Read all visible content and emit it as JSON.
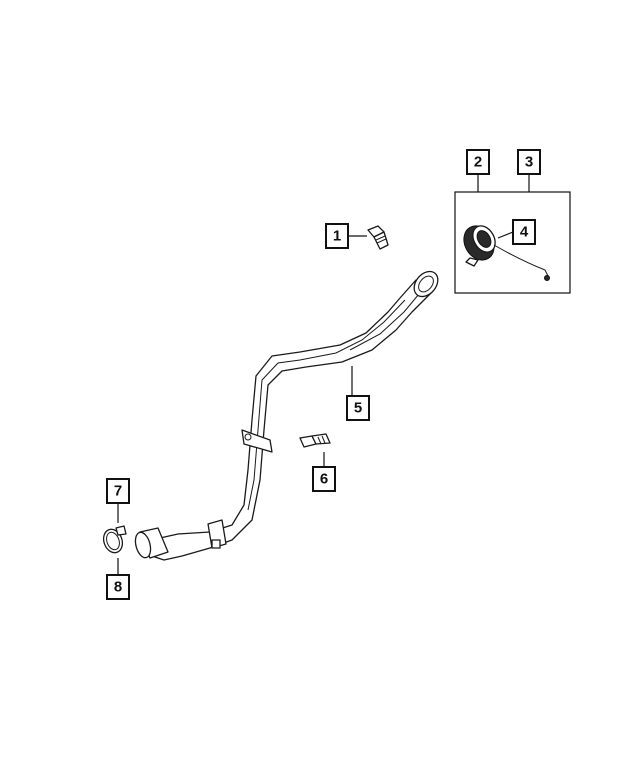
{
  "diagram": {
    "callouts": [
      {
        "id": "1",
        "label": "1"
      },
      {
        "id": "2",
        "label": "2"
      },
      {
        "id": "3",
        "label": "3"
      },
      {
        "id": "4",
        "label": "4"
      },
      {
        "id": "5",
        "label": "5"
      },
      {
        "id": "6",
        "label": "6"
      },
      {
        "id": "7",
        "label": "7"
      },
      {
        "id": "8",
        "label": "8"
      }
    ],
    "parts": [
      {
        "callout": "1",
        "icon": "bolt-icon"
      },
      {
        "callout": "2",
        "icon": "fuel-cap-icon"
      },
      {
        "callout": "3",
        "icon": "fuel-cap-icon"
      },
      {
        "callout": "4",
        "icon": "tether-icon"
      },
      {
        "callout": "5",
        "icon": "filler-tube-icon"
      },
      {
        "callout": "6",
        "icon": "bolt-icon"
      },
      {
        "callout": "7",
        "icon": "hose-clamp-icon"
      },
      {
        "callout": "8",
        "icon": "hose-clamp-icon"
      }
    ],
    "colors": {
      "line": "#111111",
      "background": "#ffffff"
    }
  }
}
